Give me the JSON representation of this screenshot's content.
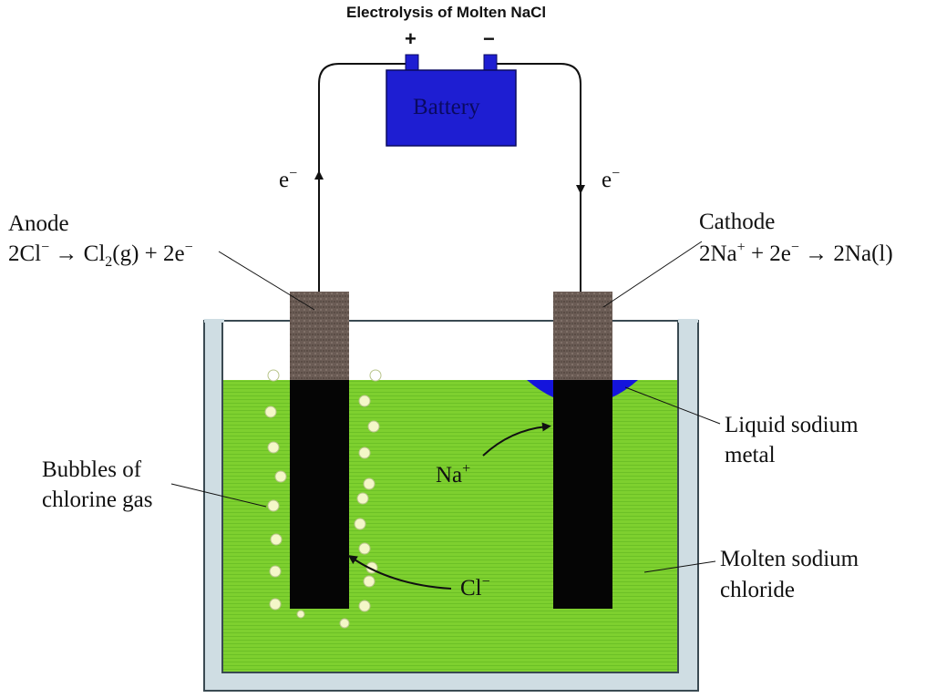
{
  "title": "Electrolysis of Molten NaCl",
  "terminals": {
    "positive": "+",
    "negative": "−"
  },
  "battery_label": "Battery",
  "electron_symbol": "e",
  "electron_charge": "−",
  "anode": {
    "name": "Anode",
    "reaction_left": "2Cl",
    "reaction_left_charge": "−",
    "arrow": "→",
    "product": "Cl",
    "product_sub": "2",
    "product_state": "(g) + 2e",
    "product_charge": "−"
  },
  "cathode": {
    "name": "Cathode",
    "reaction_left": "2Na",
    "reaction_left_charge": "+",
    "middle": " + 2e",
    "middle_charge": "−",
    "arrow": "→",
    "product": "2Na(l)"
  },
  "labels": {
    "bubbles_line1": "Bubbles of",
    "bubbles_line2": "chlorine gas",
    "sodium_line1": "Liquid sodium",
    "sodium_line2": "metal",
    "molten_line1": "Molten sodium",
    "molten_line2": "chloride"
  },
  "ions": {
    "na": "Na",
    "na_charge": "+",
    "cl": "Cl",
    "cl_charge": "−"
  },
  "colors": {
    "battery": "#1e1ed2",
    "liquid": "#7ed02f",
    "container": "#cfdde3",
    "electrode": "#050505",
    "electrode_top": "#6b5c55",
    "sodium_metal": "#1414dc",
    "bubble": "#f4f7c8"
  },
  "icons": [
    "arrow-up-icon",
    "arrow-down-icon",
    "curved-arrow-icon"
  ]
}
